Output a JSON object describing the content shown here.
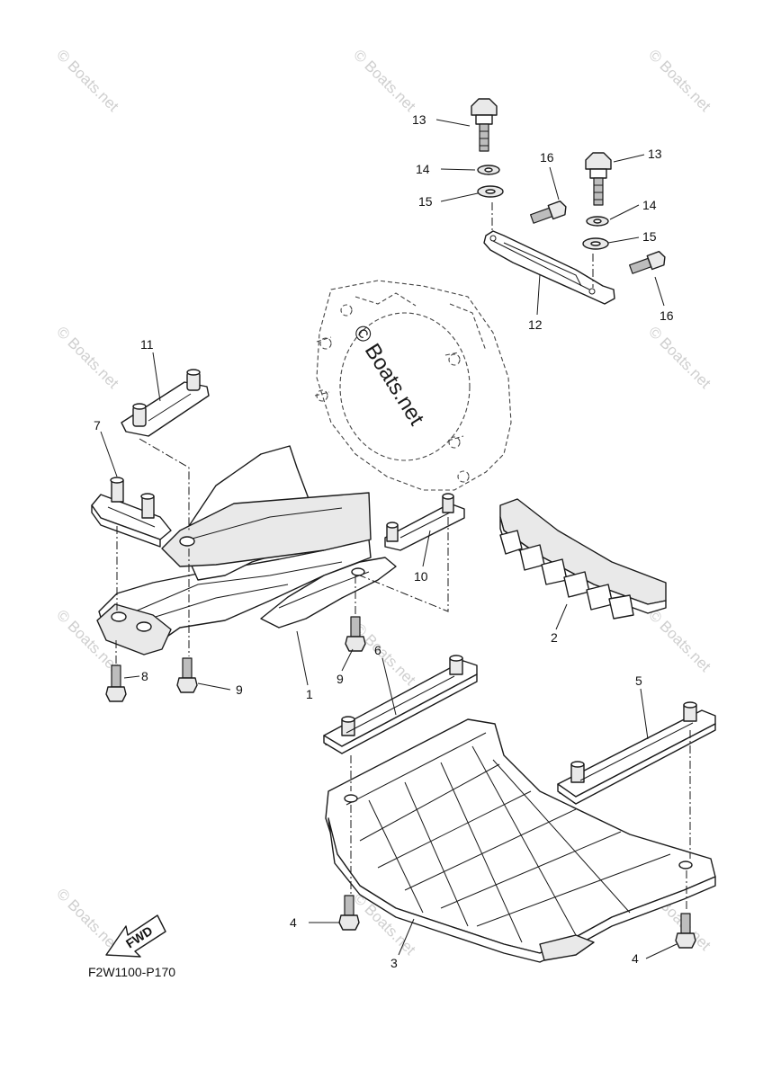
{
  "labels": {
    "p1": "1",
    "p2": "2",
    "p3": "3",
    "p4a": "4",
    "p4b": "4",
    "p5": "5",
    "p6": "6",
    "p7": "7",
    "p8": "8",
    "p9a": "9",
    "p9b": "9",
    "p10": "10",
    "p11": "11",
    "p12": "12",
    "p13a": "13",
    "p13b": "13",
    "p14a": "14",
    "p14b": "14",
    "p15a": "15",
    "p15b": "15",
    "p16a": "16",
    "p16b": "16"
  },
  "fwd_label": "FWD",
  "diagram_code": "F2W1100-P170",
  "watermark": "© Boats.net",
  "icons": {
    "fwd": "fwd-arrow-icon"
  }
}
